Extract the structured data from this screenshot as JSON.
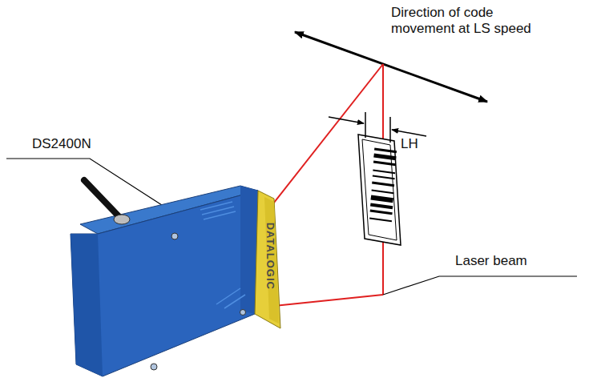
{
  "diagram": {
    "labels": [
      "Direction of code movement at LS speed",
      "LH",
      "DS2400N",
      "Laser beam",
      "DATALOGIC"
    ]
  }
}
